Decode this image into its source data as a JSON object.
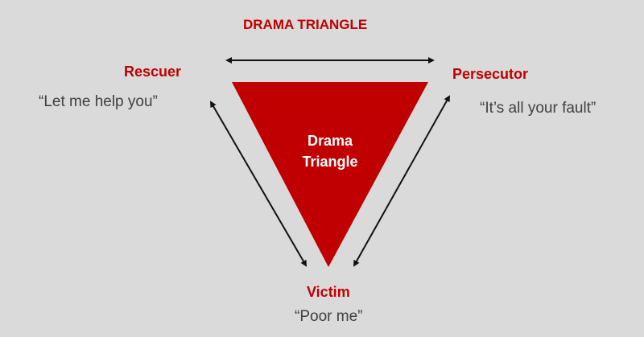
{
  "title": "DRAMA TRIANGLE",
  "center_label_line1": "Drama",
  "center_label_line2": "Triangle",
  "roles": {
    "rescuer": {
      "name": "Rescuer",
      "quote": "“Let me help you”"
    },
    "persecutor": {
      "name": "Persecutor",
      "quote": "“It’s all your fault”"
    },
    "victim": {
      "name": "Victim",
      "quote": "“Poor me”"
    }
  },
  "colors": {
    "accent": "#c00000",
    "background": "#dadada"
  }
}
